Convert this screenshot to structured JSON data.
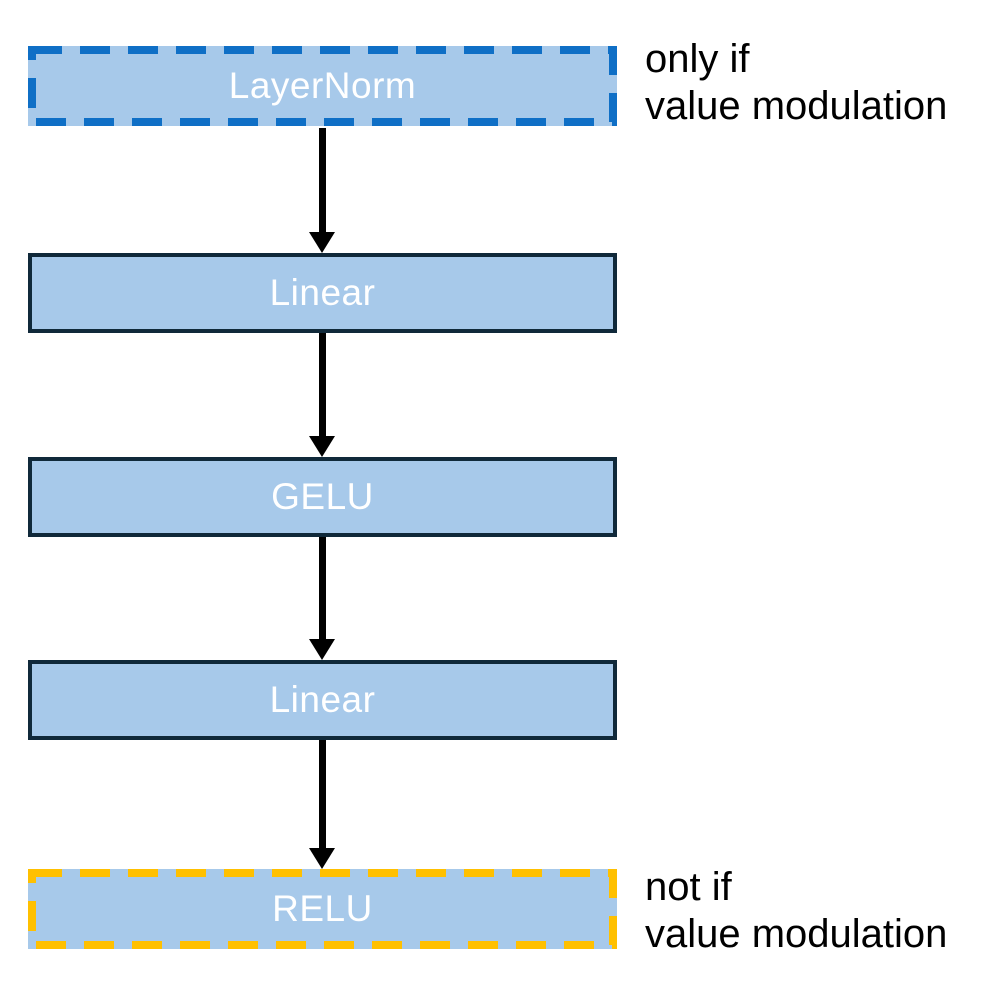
{
  "diagram": {
    "boxes": [
      {
        "label": "LayerNorm",
        "border_style": "dashed-blue"
      },
      {
        "label": "Linear",
        "border_style": "solid"
      },
      {
        "label": "GELU",
        "border_style": "solid"
      },
      {
        "label": "Linear",
        "border_style": "solid"
      },
      {
        "label": "RELU",
        "border_style": "dashed-orange"
      }
    ],
    "annotations": [
      {
        "line1": "only if",
        "line2": "value modulation",
        "attached_to": "LayerNorm"
      },
      {
        "line1": "not if",
        "line2": "value modulation",
        "attached_to": "RELU"
      }
    ],
    "colors": {
      "box_fill": "#A7C9EA",
      "dashed_blue": "#0F6FC6",
      "dashed_orange": "#FFC000",
      "solid_border": "#10293A",
      "arrow": "#000000",
      "box_text": "#FFFFFF",
      "annotation_text": "#000000"
    }
  }
}
